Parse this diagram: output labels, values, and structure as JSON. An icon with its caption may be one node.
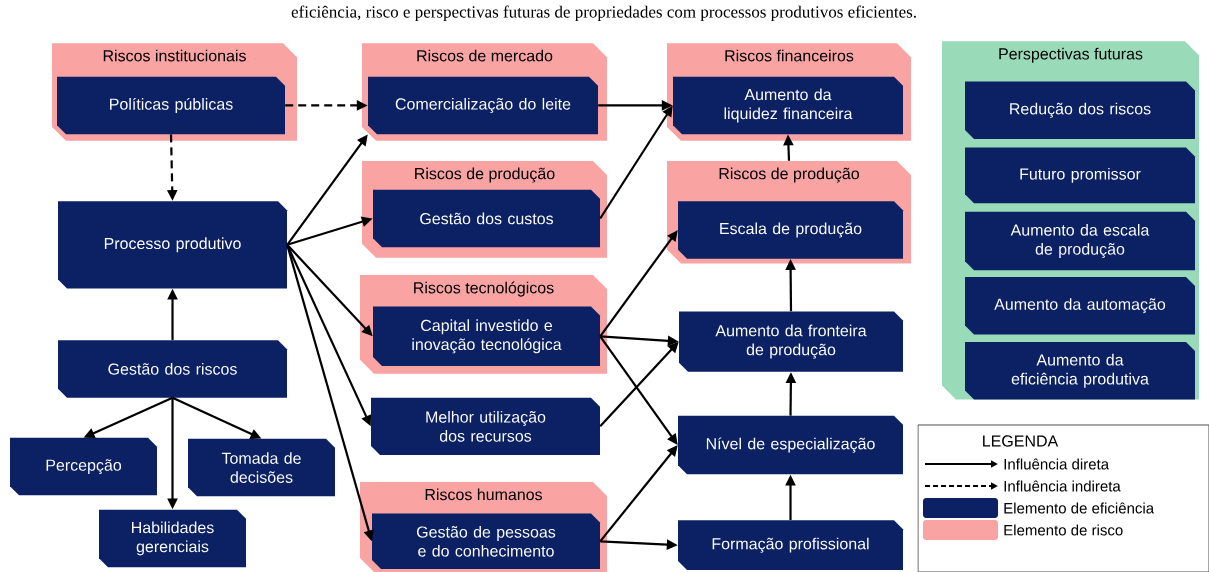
{
  "diagram": {
    "title": "eficiência, risco e perspectivas futuras de propriedades com processos produtivos eficientes.",
    "nodes": [
      {
        "text": [
          "Riscos institucionais"
        ]
      },
      {
        "text": [
          "Políticas públicas"
        ],
        "in": 0
      },
      {
        "text": [
          "Riscos de mercado"
        ]
      },
      {
        "text": [
          "Comercialização do leite"
        ],
        "in": 2
      },
      {
        "text": [
          "Riscos financeiros"
        ]
      },
      {
        "text": [
          "Aumento da liquidez financeira"
        ],
        "in": 4
      },
      {
        "text": [
          "Perspectivas futuras"
        ]
      },
      {
        "text": [
          "Redução dos riscos"
        ],
        "in": 6
      },
      {
        "text": [
          "Futuro promissor"
        ],
        "in": 6
      },
      {
        "text": [
          "Aumento da escala de produção"
        ],
        "in": 6
      },
      {
        "text": [
          "Aumento da automação"
        ],
        "in": 6
      },
      {
        "text": [
          "Aumento da eficiência produtiva"
        ],
        "in": 6
      },
      {
        "text": [
          "Riscos de produção"
        ]
      },
      {
        "text": [
          "Gestão dos custos"
        ],
        "in": 12
      },
      {
        "text": [
          "Riscos de produção"
        ]
      },
      {
        "text": [
          "Escala de produção"
        ],
        "in": 14
      },
      {
        "text": [
          "Processo produtivo"
        ]
      },
      {
        "text": [
          "Riscos tecnológicos"
        ]
      },
      {
        "text": [
          "Capital investido e inovação tecnológica"
        ],
        "in": 17
      },
      {
        "text": [
          "Aumento da fronteira de produção"
        ]
      },
      {
        "text": [
          "Gestão dos riscos"
        ]
      },
      {
        "text": [
          "Melhor utilização dos recursos"
        ]
      },
      {
        "text": [
          "Nível de especialização"
        ]
      },
      {
        "text": [
          "Percepção"
        ]
      },
      {
        "text": [
          "Tomada de decisões"
        ]
      },
      {
        "text": [
          "Riscos humanos"
        ]
      },
      {
        "text": [
          "Gestão de pessoas e do conhecimento"
        ],
        "in": 25
      },
      {
        "text": [
          "Habilidades gerenciais"
        ]
      },
      {
        "text": [
          "Formação profissional"
        ]
      }
    ],
    "edges": [
      {
        "from": 1,
        "to": 3,
        "arrow": "to",
        "style": "dashed"
      },
      {
        "from": 1,
        "to": 16,
        "arrow": "to",
        "style": "dashed"
      },
      {
        "from": 3,
        "to": 5,
        "arrow": "to"
      },
      {
        "from": 13,
        "to": 5,
        "arrow": "to"
      },
      {
        "from": 14,
        "to": 5,
        "arrow": "to"
      },
      {
        "from": 16,
        "to": 3,
        "arrow": "to"
      },
      {
        "from": 16,
        "to": 13,
        "arrow": "to"
      },
      {
        "from": 16,
        "to": 18,
        "arrow": "to"
      },
      {
        "from": 16,
        "to": 21,
        "arrow": "to"
      },
      {
        "from": 16,
        "to": 26,
        "arrow": "to"
      },
      {
        "from": 20,
        "to": 16,
        "arrow": "to"
      },
      {
        "from": 20,
        "to": 23,
        "arrow": "to"
      },
      {
        "from": 20,
        "to": 27,
        "arrow": "to"
      },
      {
        "from": 20,
        "to": 24,
        "arrow": "to"
      },
      {
        "from": 18,
        "to": 15,
        "arrow": "to"
      },
      {
        "from": 18,
        "to": 19,
        "arrow": "to"
      },
      {
        "from": 18,
        "to": 22,
        "arrow": "to"
      },
      {
        "from": 21,
        "to": 19,
        "arrow": "to"
      },
      {
        "from": 26,
        "to": 22,
        "arrow": "to"
      },
      {
        "from": 26,
        "to": 28,
        "arrow": "to"
      },
      {
        "from": 19,
        "to": 15,
        "arrow": "to"
      },
      {
        "from": 22,
        "to": 19,
        "arrow": "to"
      },
      {
        "from": 28,
        "to": 22,
        "arrow": "to"
      }
    ],
    "labels": [
      "LEGENDA"
    ],
    "legend": [
      {
        "text": "Influência direta"
      },
      {
        "text": "Influência indireta"
      },
      {
        "text": "Elemento de eficiência",
        "color": "#0b2163"
      },
      {
        "text": "Elemento de risco",
        "color": "#f9a3a3"
      }
    ]
  }
}
